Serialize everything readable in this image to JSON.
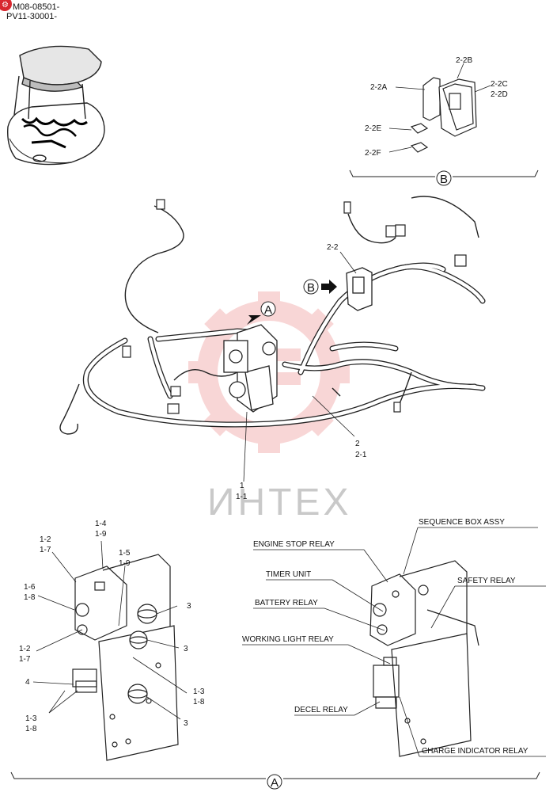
{
  "header": {
    "badge_symbol": "⚙",
    "serial_line_1": "M08-08501-",
    "serial_line_2": "PV11-30001-"
  },
  "watermark": {
    "text": "ИНТЕХ",
    "gear_color": "#f4b6b6"
  },
  "detail_b": {
    "callout": "B",
    "parts": [
      "2-2A",
      "2-2B",
      "2-2C",
      "2-2D",
      "2-2E",
      "2-2F"
    ]
  },
  "main_assembly": {
    "view_a_marker": "A",
    "view_b_marker": "B",
    "labels": {
      "harness_relay": "2-2",
      "harness": "2",
      "harness_sub": "2-1",
      "sequence_box": "1",
      "sequence_box_sub": "1-1"
    }
  },
  "detail_a": {
    "callout": "A",
    "left_parts": {
      "p14": "1-4",
      "p19a": "1-9",
      "p12a": "1-2",
      "p17a": "1-7",
      "p15": "1-5",
      "p19b": "1-9",
      "p16": "1-6",
      "p18a": "1-8",
      "p12b": "1-2",
      "p17b": "1-7",
      "p3a": "3",
      "p3b": "3",
      "p3c": "3",
      "p4": "4",
      "p13a": "1-3",
      "p18b": "1-8",
      "p13b": "1-3",
      "p18c": "1-8"
    },
    "right_parts": {
      "sequence_box": "SEQUENCE BOX ASSY",
      "engine_stop": "ENGINE STOP RELAY",
      "timer": "TIMER UNIT",
      "safety": "SAFETY RELAY",
      "battery": "BATTERY RELAY",
      "working_light": "WORKING LIGHT RELAY",
      "decel": "DECEL RELAY",
      "charge_indicator": "CHARGE INDICATOR RELAY"
    }
  }
}
